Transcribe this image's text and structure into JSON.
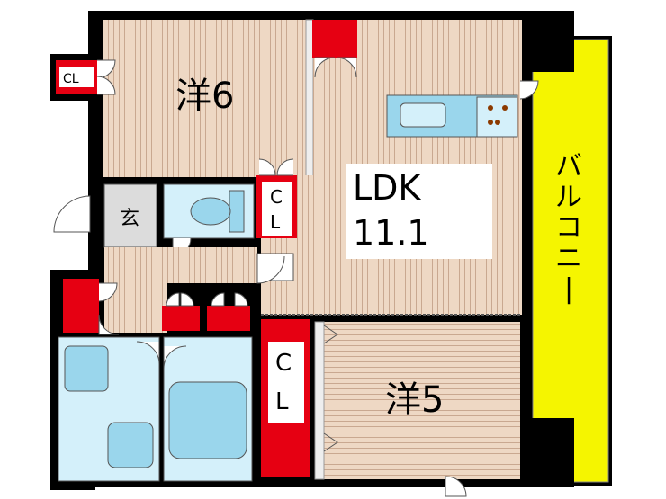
{
  "rooms": {
    "western_6": {
      "label": "洋6"
    },
    "ldk": {
      "label": "LDK",
      "size": "11.1"
    },
    "western_5": {
      "label": "洋5"
    },
    "entrance": {
      "label": "玄"
    },
    "balcony": {
      "label": "バルコニー"
    }
  },
  "closets": {
    "top_left": {
      "label": "CL"
    },
    "middle": {
      "c": "C",
      "l": "L"
    },
    "lower": {
      "c": "C",
      "l": "L"
    }
  },
  "colors": {
    "wall": "#000000",
    "floor_wood": "#eed8c4",
    "floor_line": "#c9a890",
    "closet": "#e60012",
    "balcony": "#f5f500",
    "wet_area": "#d4f0fa",
    "fixture": "#9ad6ec",
    "entrance": "#dcdcdc"
  }
}
